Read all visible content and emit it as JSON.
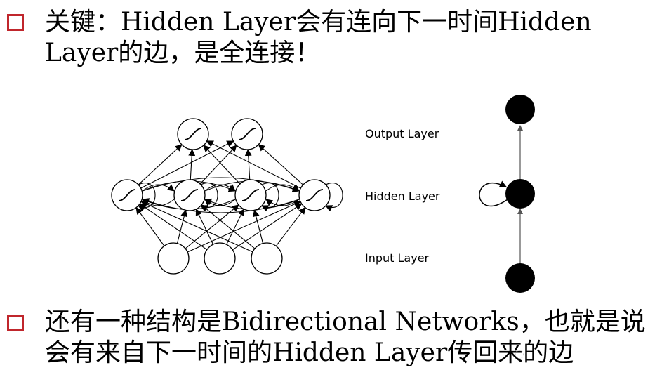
{
  "bullets": [
    {
      "text": "关键：Hidden Layer会有连向下一时间Hidden Layer的边，是全连接！"
    },
    {
      "text": "还有一种结构是Bidirectional Networks，也就是说会有来自下一时间的Hidden Layer传回来的边"
    }
  ],
  "diagram": {
    "labels": {
      "output": "Output Layer",
      "hidden": "Hidden Layer",
      "input": "Input Layer"
    },
    "network": {
      "output_nodes": 2,
      "hidden_nodes": 4,
      "input_nodes": 3
    }
  },
  "colors": {
    "bullet": "#c0262c",
    "node_fill_dark": "#000000"
  },
  "icons": {
    "bullet": "hollow-square-bullet-icon",
    "sigmoid": "sigmoid-icon",
    "watermark": "watermark-icon"
  }
}
